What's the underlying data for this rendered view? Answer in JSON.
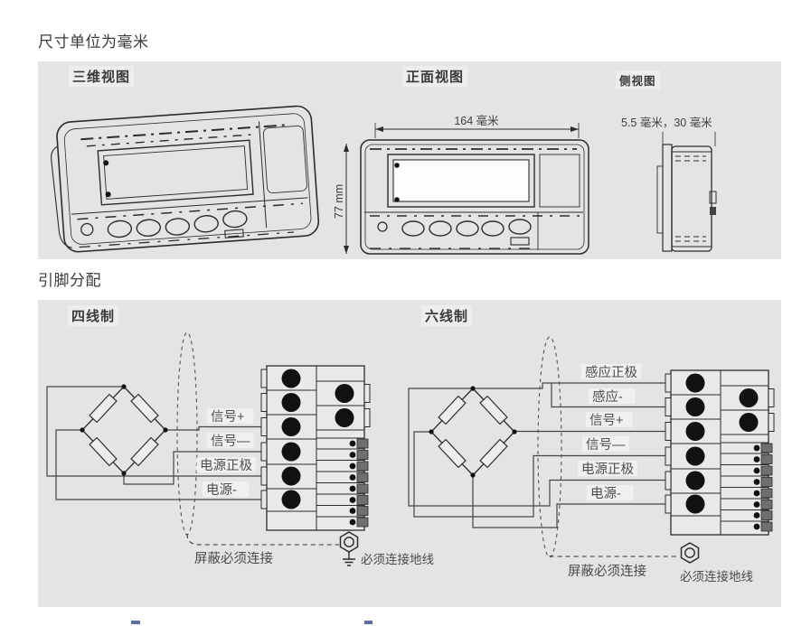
{
  "section1": {
    "title": "尺寸单位为毫米",
    "views": {
      "view3d": "三维视图",
      "front": "正面视图",
      "side": "侧视图"
    },
    "dimensions": {
      "width": "164 毫米",
      "height": "77 mm",
      "depth": "5.5 毫米，30 毫米"
    }
  },
  "section2": {
    "title": "引脚分配",
    "four_wire": {
      "label": "四线制",
      "wires": [
        "信号+",
        "信号—",
        "电源正极",
        "电源-"
      ],
      "shield_note": "屏蔽必须连接",
      "ground_note": "必须连接地线"
    },
    "six_wire": {
      "label": "六线制",
      "wires": [
        "感应正极",
        "感应-",
        "信号+",
        "信号—",
        "电源正极",
        "电源-"
      ],
      "shield_note": "屏蔽必须连接",
      "ground_note": "必须连接地线"
    }
  },
  "colors": {
    "panel_bg": "#e4e4e2",
    "line": "#2c2c2c",
    "terminal_fill": "#e9e9e7",
    "circle": "#111111",
    "tab_square": "#6f6f6f",
    "wire_label": "#4e4e4e"
  }
}
